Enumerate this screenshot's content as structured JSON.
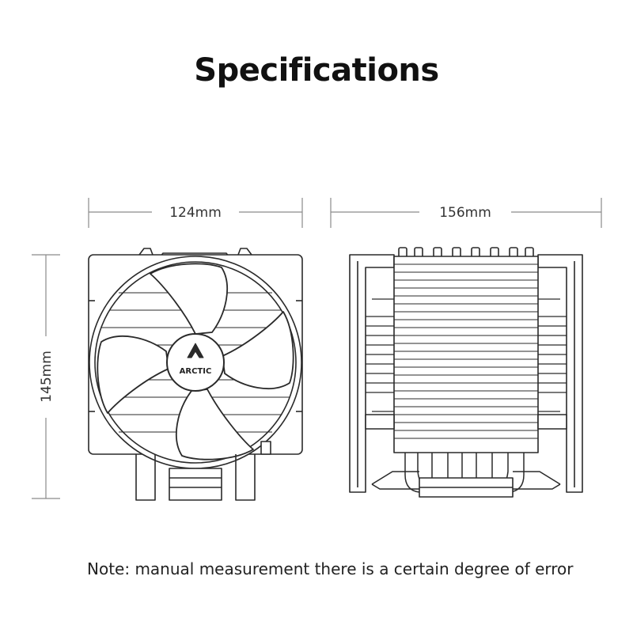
{
  "title": "Specifications",
  "dimensions": {
    "front_width": "124mm",
    "side_width": "156mm",
    "height": "145mm"
  },
  "logo_text": "ARCTIC",
  "note": "Note: manual measurement there is a certain degree of error",
  "colors": {
    "line": "#2a2a2a",
    "dimension_line": "#888888",
    "background": "#ffffff"
  }
}
